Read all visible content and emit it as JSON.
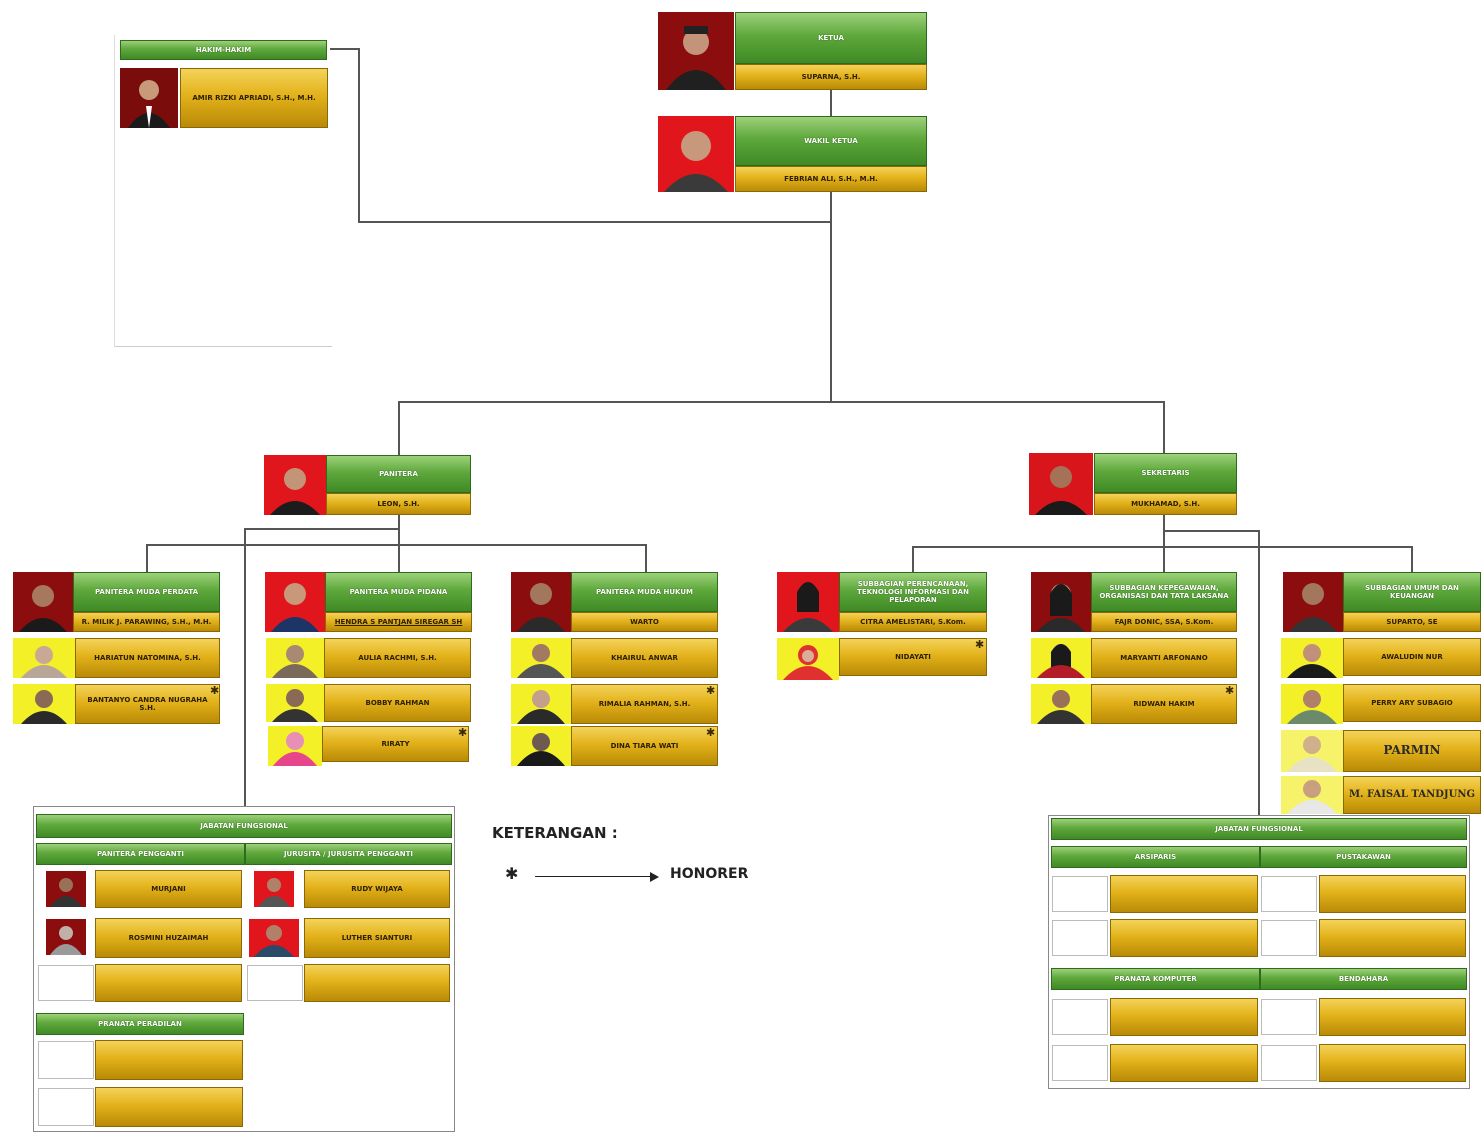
{
  "hakim": {
    "title": "HAKIM-HAKIM",
    "member": "AMIR RIZKI APRIADI, S.H., M.H."
  },
  "ketua": {
    "title": "KETUA",
    "name": "SUPARNA, S.H."
  },
  "wakil": {
    "title": "WAKIL KETUA",
    "name": "FEBRIAN ALI, S.H., M.H."
  },
  "panitera": {
    "title": "PANITERA",
    "name": "LEON, S.H."
  },
  "sekretaris": {
    "title": "SEKRETARIS",
    "name": "MUKHAMAD, S.H."
  },
  "pm_perdata": {
    "title": "PANITERA MUDA PERDATA",
    "name": "R. MILIK J. PARAWING, S.H., M.H.",
    "staff": [
      "HARIATUN NATOMINA, S.H.",
      "BANTANYO CANDRA NUGRAHA S.H."
    ]
  },
  "pm_pidana": {
    "title": "PANITERA MUDA PIDANA",
    "name": "HENDRA S PANTJAN SIREGAR SH",
    "staff": [
      "AULIA RACHMI, S.H.",
      "BOBBY RAHMAN",
      "RIRATY"
    ]
  },
  "pm_hukum": {
    "title": "PANITERA MUDA HUKUM",
    "name": "WARTO",
    "staff": [
      "KHAIRUL ANWAR",
      "RIMALIA RAHMAN, S.H.",
      "DINA TIARA WATI"
    ]
  },
  "sub_ptip": {
    "title": "SUBBAGIAN PERENCANAAN, TEKNOLOGI INFORMASI DAN PELAPORAN",
    "name": "CITRA AMELISTARI, S.Kom.",
    "staff": [
      "NIDAYATI"
    ]
  },
  "sub_kepeg": {
    "title": "SUBBAGIAN KEPEGAWAIAN, ORGANISASI DAN TATA LAKSANA",
    "name": "FAJR DONIC, SSA, S.Kom.",
    "staff": [
      "MARYANTI ARFONANO",
      "RIDWAN HAKIM"
    ]
  },
  "sub_umum": {
    "title": "SUBBAGIAN UMUM DAN KEUANGAN",
    "name": "SUPARTO, SE",
    "staff": [
      "AWALUDIN NUR",
      "PERRY ARY SUBAGIO",
      "PARMIN",
      "M. FAISAL TANDJUNG"
    ]
  },
  "jf_left": {
    "title": "JABATAN FUNGSIONAL",
    "col1": "PANITERA PENGGANTI",
    "col2": "JURUSITA / JURUSITA PENGGANTI",
    "pp": [
      "MURJANI",
      "ROSMINI HUZAIMAH"
    ],
    "js": [
      "RUDY WIJAYA",
      "LUTHER SIANTURI"
    ],
    "prakom": "PRANATA PERADILAN"
  },
  "jf_right": {
    "title": "JABATAN FUNGSIONAL",
    "col1": "ARSIPARIS",
    "col2": "PUSTAKAWAN",
    "col3": "PRANATA KOMPUTER",
    "col4": "BENDAHARA"
  },
  "legend": {
    "title": "KETERANGAN :",
    "symbol": "✱",
    "label": "HONORER"
  },
  "colors": {
    "green": "#5ea83c",
    "gold": "#e3b21b",
    "red": "#e0161c",
    "yellow": "#f4f028"
  }
}
